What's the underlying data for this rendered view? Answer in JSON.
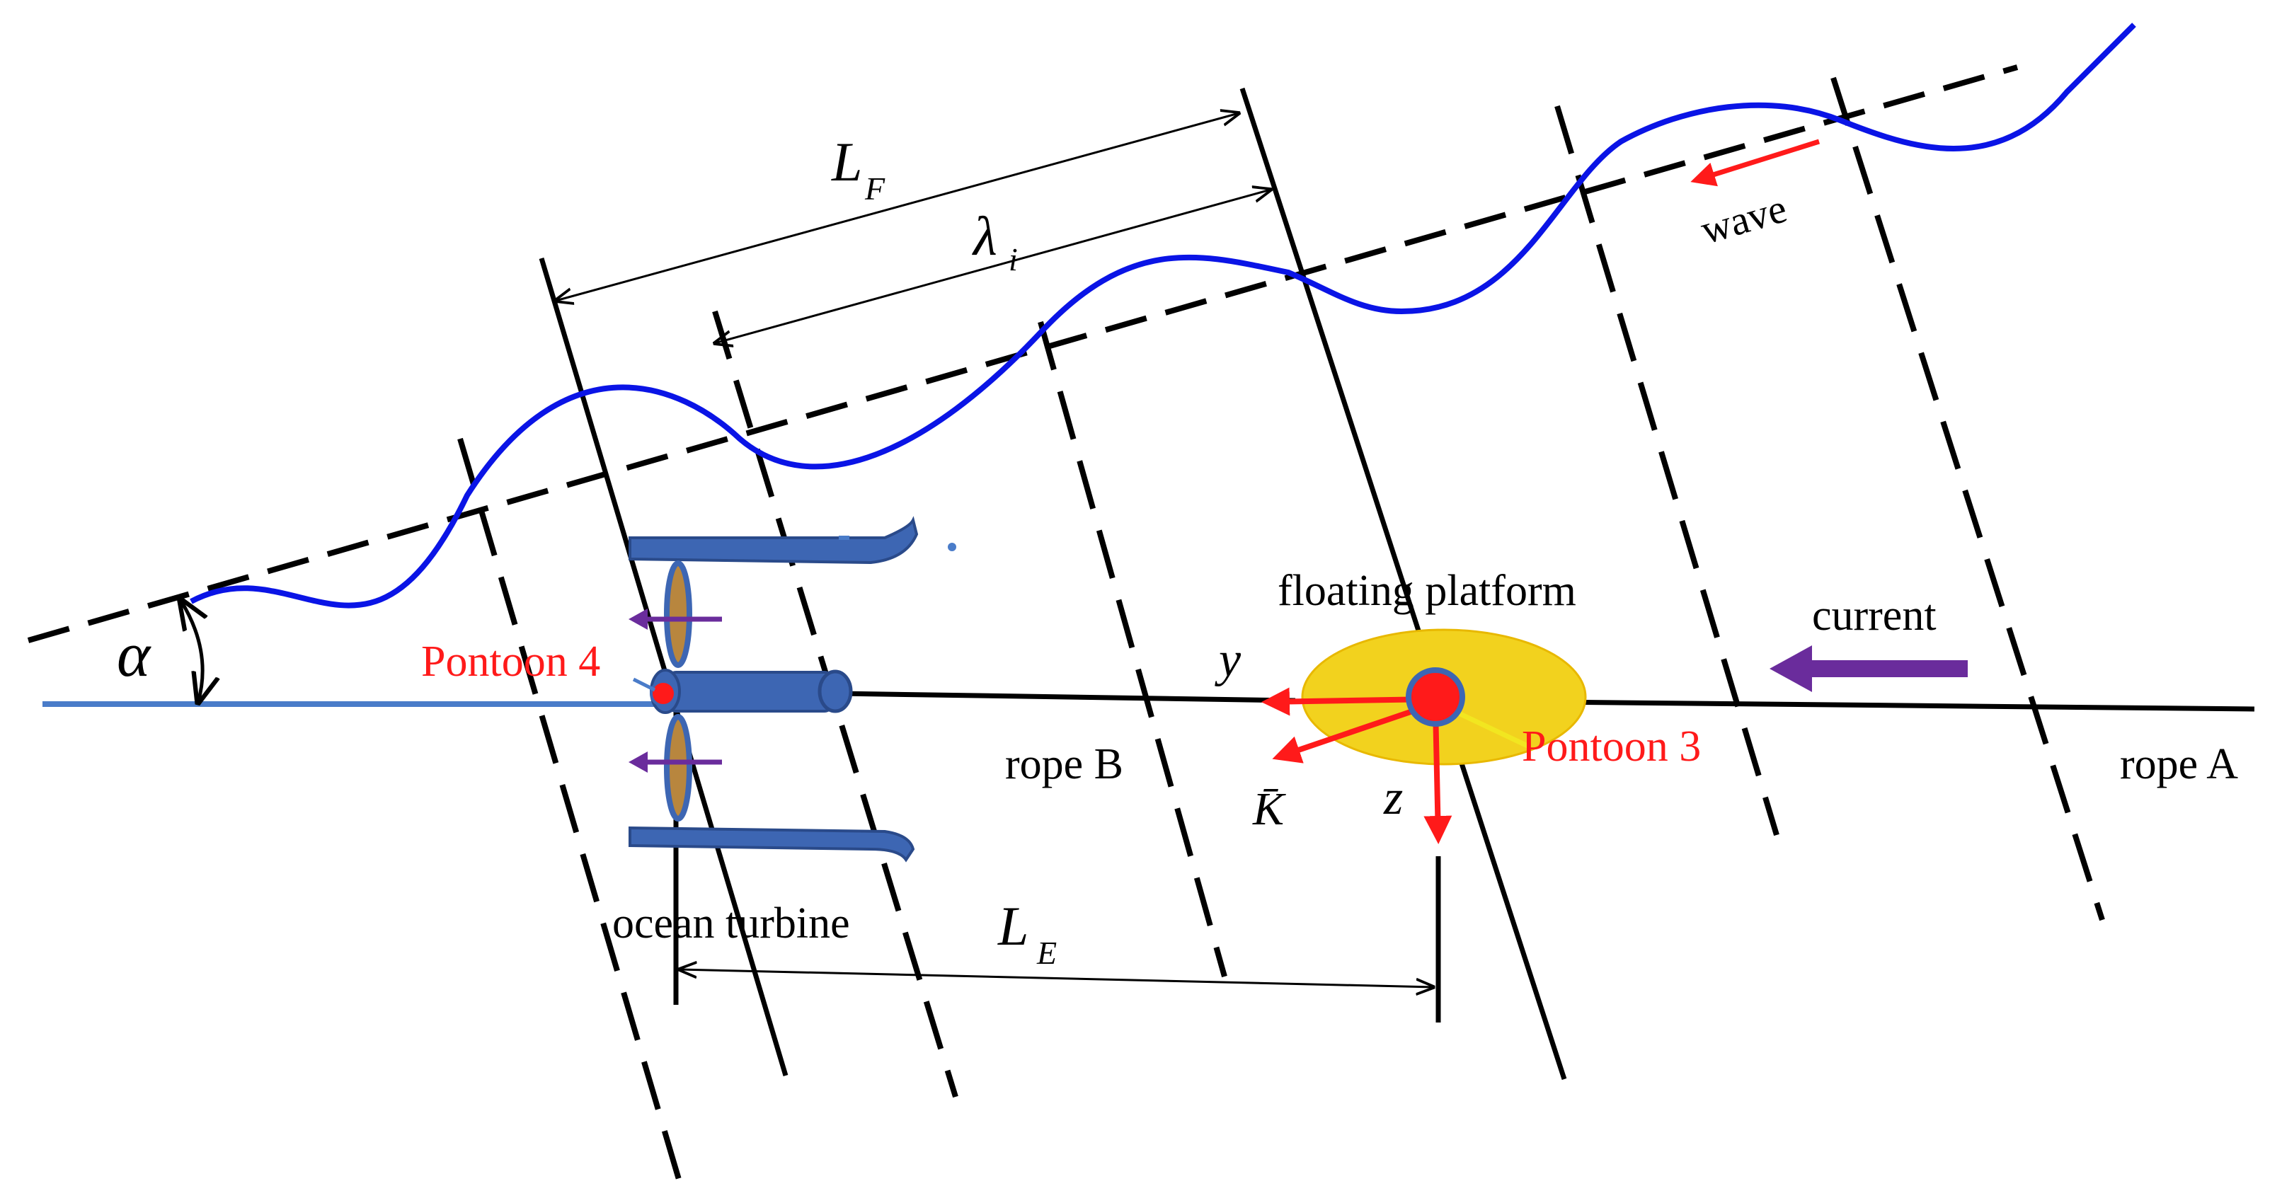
{
  "labels": {
    "L_F": "L",
    "L_F_sub": "F",
    "lambda_i": "λ",
    "lambda_i_sub": "i",
    "L_E": "L",
    "L_E_sub": "E",
    "alpha": "α",
    "wave": "wave",
    "current": "current",
    "floating_platform": "floating platform",
    "pontoon_4": "Pontoon 4",
    "pontoon_3": "Pontoon 3",
    "rope_a": "rope A",
    "rope_b": "rope B",
    "ocean_turbine": "ocean turbine",
    "y": "y",
    "z": "z",
    "k_vec": "K̄"
  },
  "colors": {
    "wave_curve": "#0a14e6",
    "water_line": "#4a7cc9",
    "red_marker": "#ff1a1a",
    "current_arrow": "#6a2c9c",
    "platform_fill": "#f2d21e",
    "turbine_blue": "#3d66b3",
    "blade_brown": "#b8863e"
  }
}
